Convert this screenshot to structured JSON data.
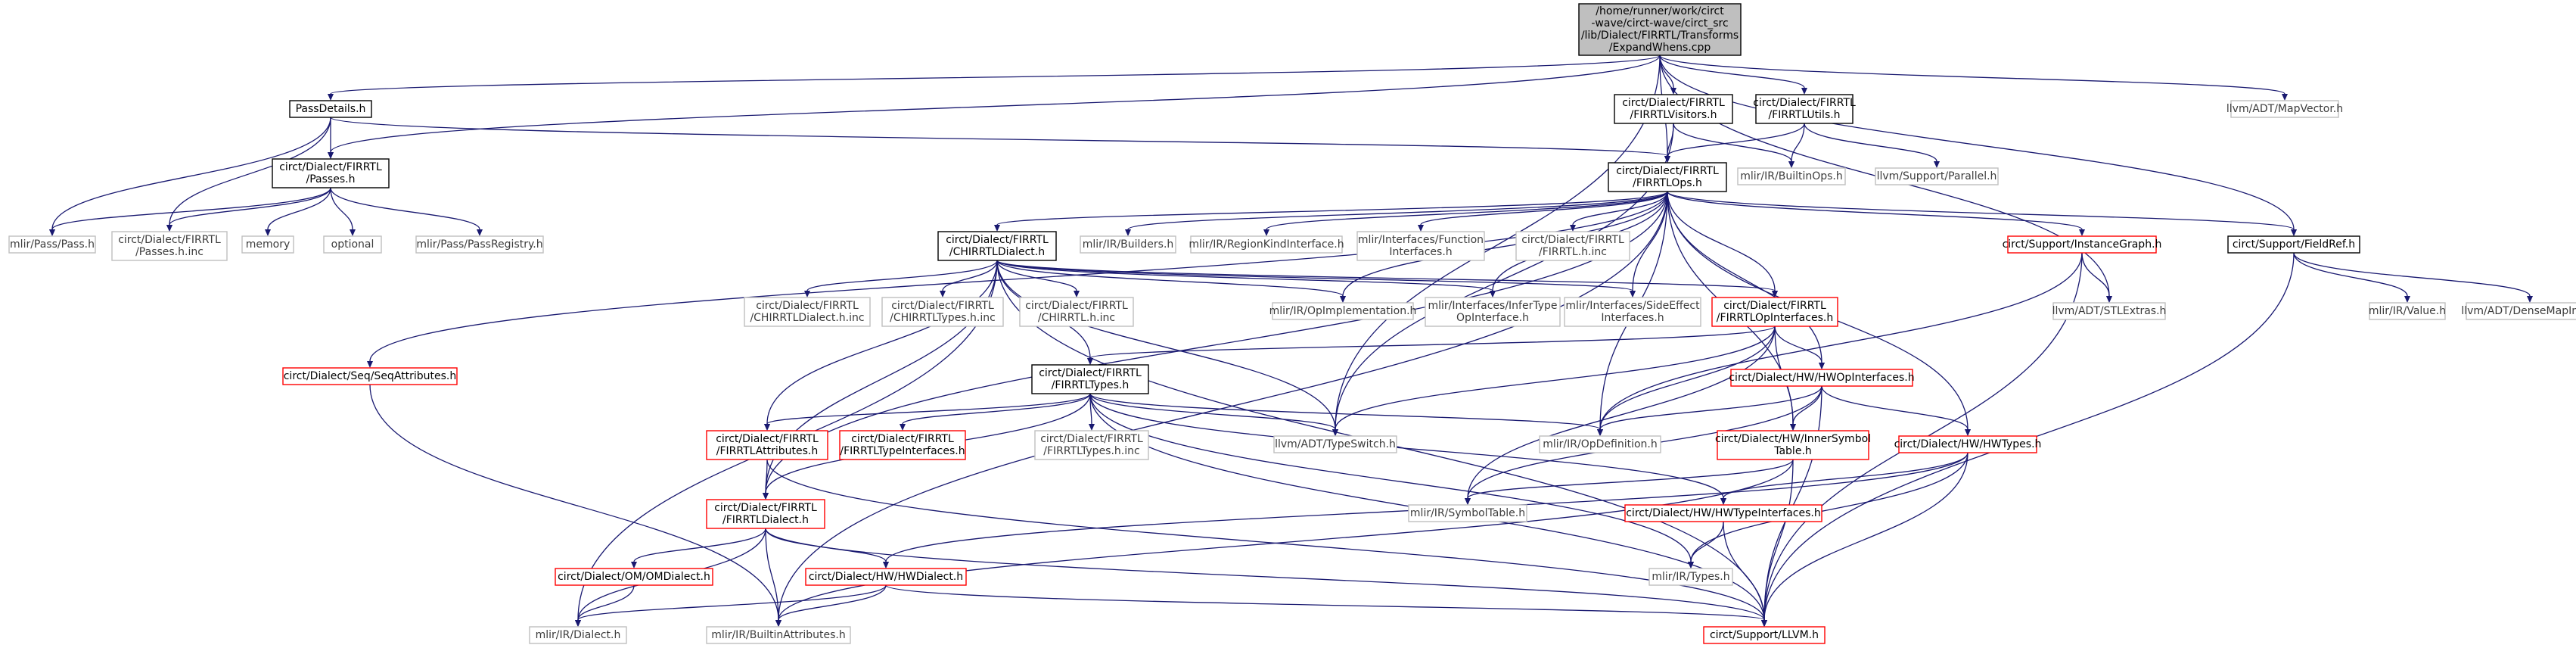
{
  "nodes": [
    {
      "id": "root",
      "lines": [
        "/home/runner/work/circt",
        "-wave/circt-wave/circt_src",
        "/lib/Dialect/FIRRTL/Transforms",
        "/ExpandWhens.cpp"
      ],
      "kind": "root"
    },
    {
      "id": "passdetails",
      "lines": [
        "PassDetails.h"
      ],
      "kind": "doc"
    },
    {
      "id": "firrtlvisitors",
      "lines": [
        "circt/Dialect/FIRRTL",
        "/FIRRTLVisitors.h"
      ],
      "kind": "doc"
    },
    {
      "id": "firrtlutils",
      "lines": [
        "circt/Dialect/FIRRTL",
        "/FIRRTLUtils.h"
      ],
      "kind": "doc"
    },
    {
      "id": "mapvector",
      "lines": [
        "llvm/ADT/MapVector.h"
      ],
      "kind": "ext"
    },
    {
      "id": "passes",
      "lines": [
        "circt/Dialect/FIRRTL",
        "/Passes.h"
      ],
      "kind": "doc"
    },
    {
      "id": "firrtlops",
      "lines": [
        "circt/Dialect/FIRRTL",
        "/FIRRTLOps.h"
      ],
      "kind": "doc"
    },
    {
      "id": "builtinops",
      "lines": [
        "mlir/IR/BuiltinOps.h"
      ],
      "kind": "ext"
    },
    {
      "id": "parallel",
      "lines": [
        "llvm/Support/Parallel.h"
      ],
      "kind": "ext"
    },
    {
      "id": "pass",
      "lines": [
        "mlir/Pass/Pass.h"
      ],
      "kind": "ext"
    },
    {
      "id": "passesinc",
      "lines": [
        "circt/Dialect/FIRRTL",
        "/Passes.h.inc"
      ],
      "kind": "ext"
    },
    {
      "id": "memory",
      "lines": [
        "memory"
      ],
      "kind": "ext"
    },
    {
      "id": "optional",
      "lines": [
        "optional"
      ],
      "kind": "ext"
    },
    {
      "id": "passregistry",
      "lines": [
        "mlir/Pass/PassRegistry.h"
      ],
      "kind": "ext"
    },
    {
      "id": "chirrtl",
      "lines": [
        "circt/Dialect/FIRRTL",
        "/CHIRRTLDialect.h"
      ],
      "kind": "doc"
    },
    {
      "id": "builders",
      "lines": [
        "mlir/IR/Builders.h"
      ],
      "kind": "ext"
    },
    {
      "id": "regionkind",
      "lines": [
        "mlir/IR/RegionKindInterface.h"
      ],
      "kind": "ext"
    },
    {
      "id": "funcif",
      "lines": [
        "mlir/Interfaces/Function",
        "Interfaces.h"
      ],
      "kind": "ext"
    },
    {
      "id": "firrtlhinc",
      "lines": [
        "circt/Dialect/FIRRTL",
        "/FIRRTL.h.inc"
      ],
      "kind": "ext"
    },
    {
      "id": "instancegraph",
      "lines": [
        "circt/Support/InstanceGraph.h"
      ],
      "kind": "red"
    },
    {
      "id": "fieldref",
      "lines": [
        "circt/Support/FieldRef.h"
      ],
      "kind": "doc"
    },
    {
      "id": "seqattrs",
      "lines": [
        "circt/Dialect/Seq/SeqAttributes.h"
      ],
      "kind": "red"
    },
    {
      "id": "chirrtldialectinc",
      "lines": [
        "circt/Dialect/FIRRTL",
        "/CHIRRTLDialect.h.inc"
      ],
      "kind": "ext"
    },
    {
      "id": "chirrtltypesinc",
      "lines": [
        "circt/Dialect/FIRRTL",
        "/CHIRRTLTypes.h.inc"
      ],
      "kind": "ext"
    },
    {
      "id": "chirrtlhinc",
      "lines": [
        "circt/Dialect/FIRRTL",
        "/CHIRRTL.h.inc"
      ],
      "kind": "ext"
    },
    {
      "id": "opimpl",
      "lines": [
        "mlir/IR/OpImplementation.h"
      ],
      "kind": "ext"
    },
    {
      "id": "infertype",
      "lines": [
        "mlir/Interfaces/InferType",
        "OpInterface.h"
      ],
      "kind": "ext"
    },
    {
      "id": "sideeffect",
      "lines": [
        "mlir/Interfaces/SideEffect",
        "Interfaces.h"
      ],
      "kind": "ext"
    },
    {
      "id": "firrtlopif",
      "lines": [
        "circt/Dialect/FIRRTL",
        "/FIRRTLOpInterfaces.h"
      ],
      "kind": "red"
    },
    {
      "id": "stlextras",
      "lines": [
        "llvm/ADT/STLExtras.h"
      ],
      "kind": "ext"
    },
    {
      "id": "value",
      "lines": [
        "mlir/IR/Value.h"
      ],
      "kind": "ext"
    },
    {
      "id": "densemapinfo",
      "lines": [
        "llvm/ADT/DenseMapInfo.h"
      ],
      "kind": "ext"
    },
    {
      "id": "firrtltypes",
      "lines": [
        "circt/Dialect/FIRRTL",
        "/FIRRTLTypes.h"
      ],
      "kind": "doc"
    },
    {
      "id": "hwopif",
      "lines": [
        "circt/Dialect/HW/HWOpInterfaces.h"
      ],
      "kind": "red"
    },
    {
      "id": "firrtlattrs",
      "lines": [
        "circt/Dialect/FIRRTL",
        "/FIRRTLAttributes.h"
      ],
      "kind": "red"
    },
    {
      "id": "firrtltypeif",
      "lines": [
        "circt/Dialect/FIRRTL",
        "/FIRRTLTypeInterfaces.h"
      ],
      "kind": "red"
    },
    {
      "id": "firrtltypesinc",
      "lines": [
        "circt/Dialect/FIRRTL",
        "/FIRRTLTypes.h.inc"
      ],
      "kind": "ext"
    },
    {
      "id": "typeswitch",
      "lines": [
        "llvm/ADT/TypeSwitch.h"
      ],
      "kind": "ext"
    },
    {
      "id": "opdef",
      "lines": [
        "mlir/IR/OpDefinition.h"
      ],
      "kind": "ext"
    },
    {
      "id": "innersym",
      "lines": [
        "circt/Dialect/HW/InnerSymbol",
        "Table.h"
      ],
      "kind": "red"
    },
    {
      "id": "hwtypes",
      "lines": [
        "circt/Dialect/HW/HWTypes.h"
      ],
      "kind": "red"
    },
    {
      "id": "firrtldialect",
      "lines": [
        "circt/Dialect/FIRRTL",
        "/FIRRTLDialect.h"
      ],
      "kind": "red"
    },
    {
      "id": "symboltable",
      "lines": [
        "mlir/IR/SymbolTable.h"
      ],
      "kind": "ext"
    },
    {
      "id": "hwtypeif",
      "lines": [
        "circt/Dialect/HW/HWTypeInterfaces.h"
      ],
      "kind": "red"
    },
    {
      "id": "omdialect",
      "lines": [
        "circt/Dialect/OM/OMDialect.h"
      ],
      "kind": "red"
    },
    {
      "id": "hwdialect",
      "lines": [
        "circt/Dialect/HW/HWDialect.h"
      ],
      "kind": "red"
    },
    {
      "id": "types",
      "lines": [
        "mlir/IR/Types.h"
      ],
      "kind": "ext"
    },
    {
      "id": "dialect",
      "lines": [
        "mlir/IR/Dialect.h"
      ],
      "kind": "ext"
    },
    {
      "id": "builtinattrs",
      "lines": [
        "mlir/IR/BuiltinAttributes.h"
      ],
      "kind": "ext"
    },
    {
      "id": "llvm",
      "lines": [
        "circt/Support/LLVM.h"
      ],
      "kind": "red"
    }
  ],
  "edges": [
    [
      "root",
      "passdetails"
    ],
    [
      "root",
      "passes"
    ],
    [
      "root",
      "firrtlvisitors"
    ],
    [
      "root",
      "firrtlutils"
    ],
    [
      "root",
      "firrtlops"
    ],
    [
      "root",
      "typeswitch"
    ],
    [
      "root",
      "stlextras"
    ],
    [
      "root",
      "fieldref"
    ],
    [
      "root",
      "mapvector"
    ],
    [
      "passdetails",
      "passes"
    ],
    [
      "passdetails",
      "pass"
    ],
    [
      "passdetails",
      "passesinc"
    ],
    [
      "passdetails",
      "firrtlops"
    ],
    [
      "passes",
      "pass"
    ],
    [
      "passes",
      "passesinc"
    ],
    [
      "passes",
      "memory"
    ],
    [
      "passes",
      "optional"
    ],
    [
      "passes",
      "passregistry"
    ],
    [
      "firrtlvisitors",
      "firrtlops"
    ],
    [
      "firrtlvisitors",
      "builtinops"
    ],
    [
      "firrtlvisitors",
      "typeswitch"
    ],
    [
      "firrtlutils",
      "firrtlops"
    ],
    [
      "firrtlutils",
      "builtinops"
    ],
    [
      "firrtlutils",
      "parallel"
    ],
    [
      "firrtlops",
      "chirrtl"
    ],
    [
      "firrtlops",
      "builders"
    ],
    [
      "firrtlops",
      "regionkind"
    ],
    [
      "firrtlops",
      "funcif"
    ],
    [
      "firrtlops",
      "firrtlhinc"
    ],
    [
      "firrtlops",
      "instancegraph"
    ],
    [
      "firrtlops",
      "fieldref"
    ],
    [
      "firrtlops",
      "seqattrs"
    ],
    [
      "firrtlops",
      "opimpl"
    ],
    [
      "firrtlops",
      "infertype"
    ],
    [
      "firrtlops",
      "sideeffect"
    ],
    [
      "firrtlops",
      "firrtlopif"
    ],
    [
      "firrtlops",
      "hwopif"
    ],
    [
      "firrtlops",
      "innersym"
    ],
    [
      "firrtlops",
      "hwtypes"
    ],
    [
      "firrtlops",
      "firrtldialect"
    ],
    [
      "firrtlops",
      "builtinattrs"
    ],
    [
      "firrtlops",
      "opdef"
    ],
    [
      "chirrtl",
      "chirrtldialectinc"
    ],
    [
      "chirrtl",
      "chirrtltypesinc"
    ],
    [
      "chirrtl",
      "chirrtlhinc"
    ],
    [
      "chirrtl",
      "opimpl"
    ],
    [
      "chirrtl",
      "infertype"
    ],
    [
      "chirrtl",
      "sideeffect"
    ],
    [
      "chirrtl",
      "firrtlopif"
    ],
    [
      "chirrtl",
      "firrtltypes"
    ],
    [
      "chirrtl",
      "firrtlattrs"
    ],
    [
      "chirrtl",
      "firrtldialect"
    ],
    [
      "chirrtl",
      "llvm"
    ],
    [
      "chirrtl",
      "dialect"
    ],
    [
      "chirrtl",
      "typeswitch"
    ],
    [
      "instancegraph",
      "stlextras"
    ],
    [
      "instancegraph",
      "llvm"
    ],
    [
      "instancegraph",
      "opdef"
    ],
    [
      "fieldref",
      "value"
    ],
    [
      "fieldref",
      "densemapinfo"
    ],
    [
      "fieldref",
      "llvm"
    ],
    [
      "seqattrs",
      "builtinattrs"
    ],
    [
      "firrtlopif",
      "firrtltypes"
    ],
    [
      "firrtlopif",
      "hwopif"
    ],
    [
      "firrtlopif",
      "innersym"
    ],
    [
      "firrtlopif",
      "opdef"
    ],
    [
      "firrtlopif",
      "symboltable"
    ],
    [
      "firrtlopif",
      "typeswitch"
    ],
    [
      "firrtltypes",
      "firrtlattrs"
    ],
    [
      "firrtltypes",
      "firrtltypeif"
    ],
    [
      "firrtltypes",
      "firrtltypesinc"
    ],
    [
      "firrtltypes",
      "typeswitch"
    ],
    [
      "firrtltypes",
      "opdef"
    ],
    [
      "firrtltypes",
      "firrtldialect"
    ],
    [
      "firrtltypes",
      "hwtypeif"
    ],
    [
      "firrtltypes",
      "types"
    ],
    [
      "firrtltypes",
      "llvm"
    ],
    [
      "hwopif",
      "innersym"
    ],
    [
      "hwopif",
      "hwtypes"
    ],
    [
      "hwopif",
      "opdef"
    ],
    [
      "hwopif",
      "symboltable"
    ],
    [
      "hwopif",
      "llvm"
    ],
    [
      "firrtlattrs",
      "firrtldialect"
    ],
    [
      "firrtlattrs",
      "llvm"
    ],
    [
      "innersym",
      "symboltable"
    ],
    [
      "innersym",
      "llvm"
    ],
    [
      "innersym",
      "builtinattrs"
    ],
    [
      "hwtypes",
      "hwtypeif"
    ],
    [
      "hwtypes",
      "types"
    ],
    [
      "hwtypes",
      "llvm"
    ],
    [
      "hwtypes",
      "hwdialect"
    ],
    [
      "firrtldialect",
      "omdialect"
    ],
    [
      "firrtldialect",
      "hwdialect"
    ],
    [
      "firrtldialect",
      "dialect"
    ],
    [
      "firrtldialect",
      "builtinattrs"
    ],
    [
      "firrtldialect",
      "llvm"
    ],
    [
      "hwtypeif",
      "types"
    ],
    [
      "hwtypeif",
      "llvm"
    ],
    [
      "omdialect",
      "dialect"
    ],
    [
      "hwdialect",
      "dialect"
    ],
    [
      "hwdialect",
      "builtinattrs"
    ],
    [
      "hwdialect",
      "llvm"
    ]
  ]
}
